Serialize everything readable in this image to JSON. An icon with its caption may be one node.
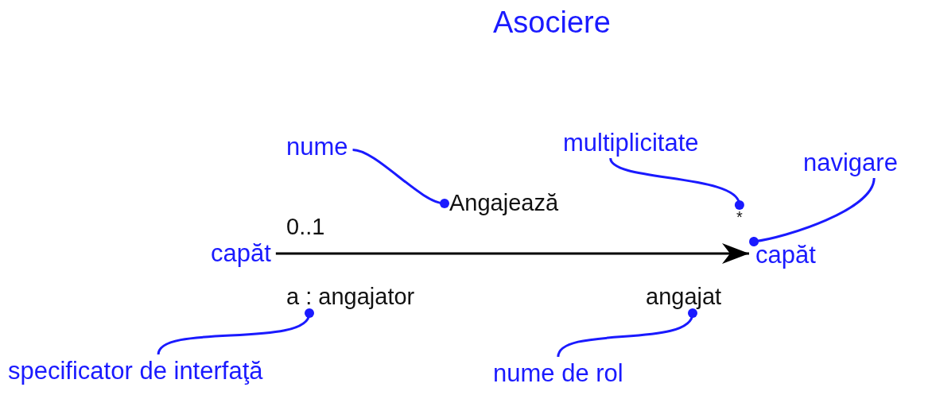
{
  "diagram": {
    "title": "Asociere",
    "nodes": [
      {
        "text": [
          "nume"
        ]
      },
      {
        "text": [
          "Angajează"
        ]
      },
      {
        "text": [
          "multiplicitate"
        ]
      },
      {
        "text": [
          "*"
        ]
      },
      {
        "text": [
          "navigare"
        ]
      },
      {
        "text": [
          "capăt"
        ]
      },
      {
        "text": [
          "capăt"
        ]
      },
      {
        "text": [
          "a : angajator"
        ]
      },
      {
        "text": [
          "angajat"
        ]
      },
      {
        "text": [
          "specificator de interfaţă"
        ]
      },
      {
        "text": [
          "nume de rol"
        ]
      }
    ],
    "edges": [
      {
        "from": 0,
        "to": 1,
        "arrow": "other"
      },
      {
        "from": 2,
        "to": 3,
        "arrow": "other"
      },
      {
        "from": 4,
        "to": 6,
        "arrow": "other"
      },
      {
        "from": 5,
        "to": 6,
        "arrow": "to",
        "color": "#000000"
      },
      {
        "from": 9,
        "to": 7,
        "arrow": "other"
      },
      {
        "from": 10,
        "to": 8,
        "arrow": "other"
      }
    ],
    "labels": [
      "0..1"
    ]
  }
}
